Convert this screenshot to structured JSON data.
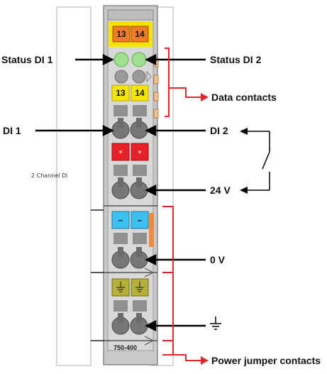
{
  "labels": {
    "status_di1": "Status DI 1",
    "status_di2": "Status DI 2",
    "data_contacts": "Data contacts",
    "di1": "DI 1",
    "di2": "DI 2",
    "channel_note": "2 Channel Di",
    "v24": "24 V",
    "v0": "0 V",
    "power_jumper": "Power jumper contacts"
  },
  "terminals": {
    "top_left": "13",
    "top_right": "14",
    "mid_left": "13",
    "mid_right": "14",
    "plus_left": "+",
    "plus_right": "+",
    "minus_left": "–",
    "minus_right": "–"
  },
  "model": "750-400",
  "colors": {
    "orange": "#f07c2a",
    "yellow": "#f5e400",
    "red": "#e8202a",
    "blue": "#3cc0ef",
    "olive": "#b5b03a",
    "led": "#9fe08f",
    "arrow_red": "#e3242b"
  }
}
